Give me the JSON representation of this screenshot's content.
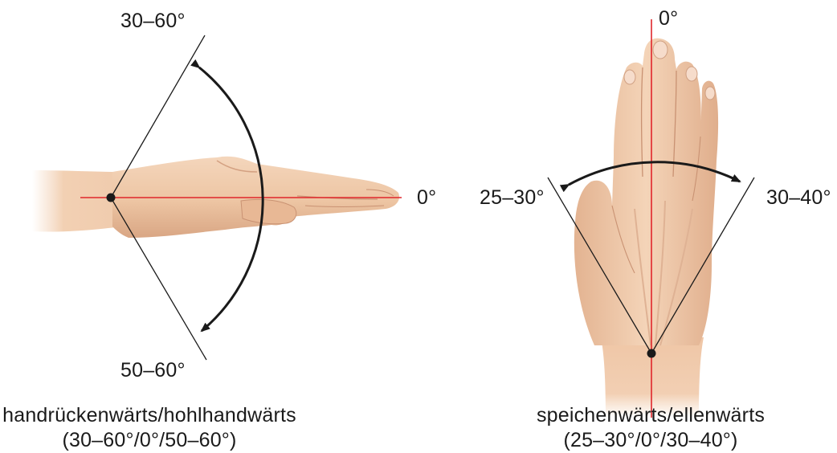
{
  "left_panel": {
    "label_top": "30–60°",
    "label_zero": "0°",
    "label_bottom": "50–60°",
    "caption_line1": "handrückenwärts/hohlhandwärts",
    "caption_line2": "(30–60°/0°/50–60°)"
  },
  "right_panel": {
    "label_zero": "0°",
    "label_left": "25–30°",
    "label_right": "30–40°",
    "caption_line1": "speichenwärts/ellenwärts",
    "caption_line2": "(25–30°/0°/30–40°)"
  },
  "colors": {
    "reference_line": "#e0262b",
    "limit_line": "#1a1a1a",
    "skin": "#efc9a8",
    "skin_shadow": "#d9a987"
  }
}
